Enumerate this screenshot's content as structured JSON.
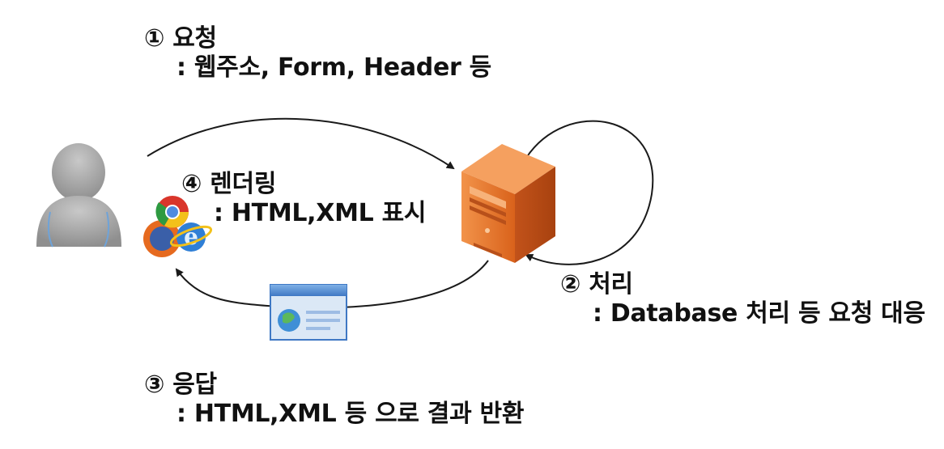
{
  "steps": {
    "request": {
      "title": "① 요청",
      "desc": ": 웹주소, Form, Header 등"
    },
    "process": {
      "title": "② 처리",
      "desc": ": Database 처리 등 요청 대응"
    },
    "response": {
      "title": "③ 응답",
      "desc": ": HTML,XML 등 으로 결과 반환"
    },
    "render": {
      "title": "④ 렌더링",
      "desc": ": HTML,XML 표시"
    }
  },
  "icons": {
    "user": "user-icon",
    "browser": "browser-logos-icon",
    "server": "server-tower-icon",
    "document": "web-document-icon"
  },
  "colors": {
    "server": "#e8772a",
    "user": "#9e9e9e",
    "arrow": "#1a1a1a"
  }
}
